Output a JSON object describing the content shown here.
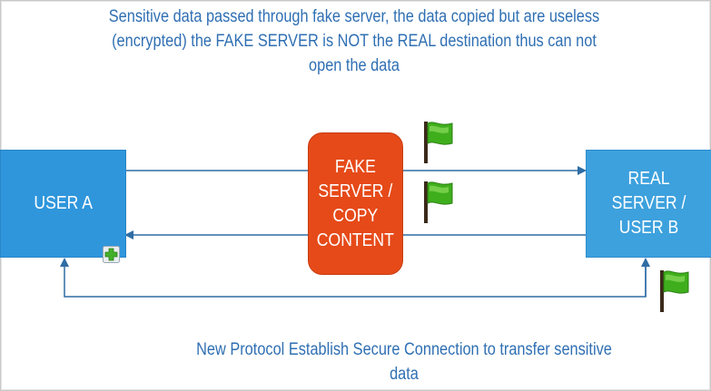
{
  "top_caption": {
    "line1": "Sensitive data passed through fake server, the data copied but are useless",
    "line2": "(encrypted) the FAKE SERVER is NOT the REAL destination thus can not",
    "line3": "open the data"
  },
  "user_a": {
    "label": "USER A"
  },
  "fake_server": {
    "line1": "FAKE",
    "line2": "SERVER /",
    "line3": "COPY",
    "line4": "CONTENT"
  },
  "real_server": {
    "line1": "REAL",
    "line2": "SERVER /",
    "line3": "USER B"
  },
  "bottom_caption": {
    "line1": "New Protocol Establish Secure Connection to transfer sensitive",
    "line2": "data"
  },
  "colors": {
    "caption_text": "#2f6fb3",
    "user_box": "#2f96dc",
    "fake_box": "#e64a19",
    "real_box": "#3da1dd",
    "arrow": "#2e6da4",
    "flag_green": "#3fae1d"
  },
  "icons": {
    "flag": "flag-icon",
    "plus": "plus-icon"
  }
}
